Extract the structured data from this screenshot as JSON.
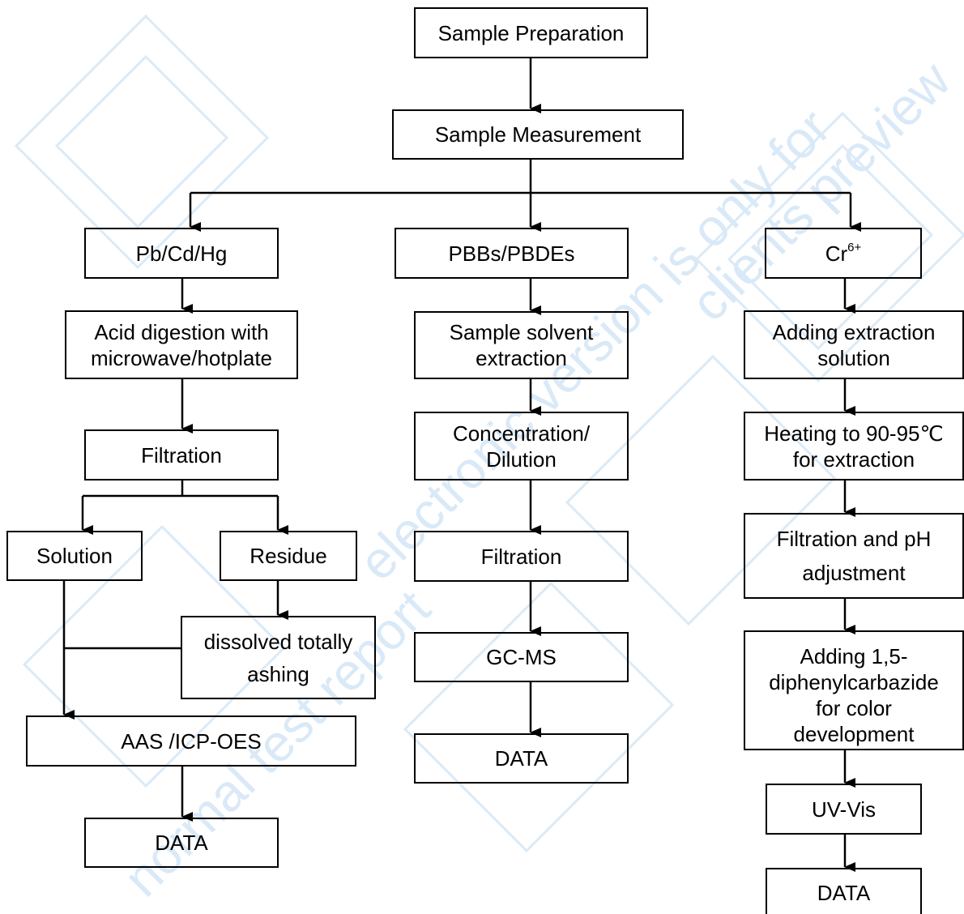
{
  "nodes": {
    "sample_preparation": "Sample Preparation",
    "sample_measurement": "Sample Measurement",
    "pb_cd_hg": "Pb/Cd/Hg",
    "acid_digestion": [
      "Acid digestion with",
      "microwave/hotplate"
    ],
    "filtration_left": "Filtration",
    "solution": "Solution",
    "residue": "Residue",
    "dissolved_ashing": [
      "dissolved totally",
      "ashing"
    ],
    "aas_icp_oes": "AAS /ICP-OES",
    "data_left": "DATA",
    "pbbs_pbdes": "PBBs/PBDEs",
    "solvent_extraction": [
      "Sample solvent",
      "extraction"
    ],
    "concentration_dilution": [
      "Concentration/",
      "Dilution"
    ],
    "filtration_middle": "Filtration",
    "gc_ms": "GC-MS",
    "data_middle": "DATA",
    "cr6_base": "Cr",
    "cr6_sup": "6+",
    "adding_extraction": [
      "Adding extraction",
      "solution"
    ],
    "heating": [
      "Heating to 90-95℃",
      "for extraction"
    ],
    "filtration_ph": [
      "Filtration and pH",
      "adjustment"
    ],
    "color_development": [
      "Adding 1,5-",
      "diphenylcarbazide",
      "for color",
      "development"
    ],
    "uv_vis": "UV-Vis",
    "data_right": "DATA"
  },
  "watermark": {
    "text_1": "normal test report",
    "text_2": "electronic version is only for",
    "text_3": "clients preview"
  }
}
